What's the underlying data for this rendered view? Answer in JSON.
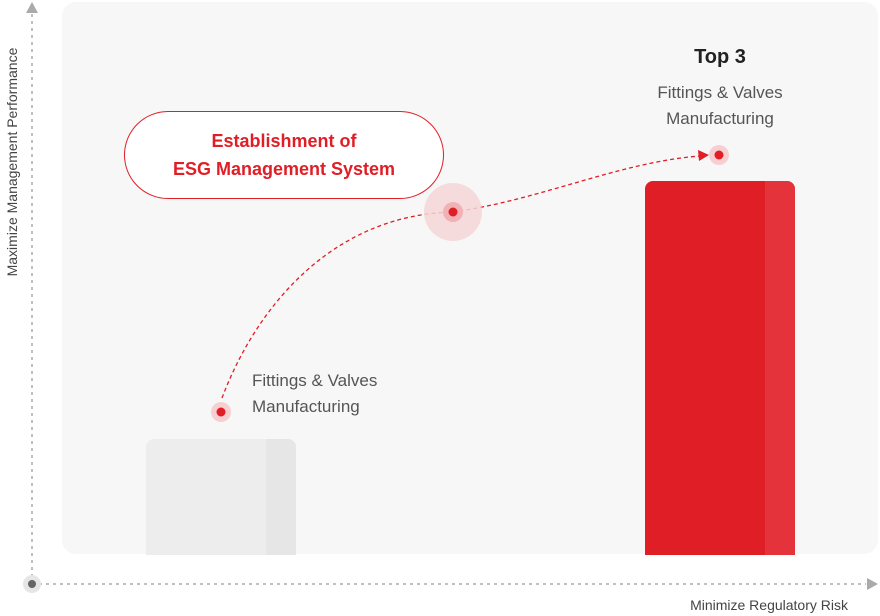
{
  "axes": {
    "y_label": "Maximize Management Performance",
    "x_label": "Minimize Regulatory Risk"
  },
  "before": {
    "label_line1": "Fittings & Valves",
    "label_line2": "Manufacturing"
  },
  "after": {
    "rank": "Top 3",
    "label_line1": "Fittings & Valves",
    "label_line2": "Manufacturing"
  },
  "callout": {
    "line1": "Establishment of",
    "line2": "ESG Management System"
  },
  "colors": {
    "accent": "#e01e26",
    "bar_neutral": "#ededed",
    "panel": "#f7f7f7",
    "axis": "#aaaaaa"
  },
  "icons": {
    "y_axis_arrow": "arrow-up-icon",
    "x_axis_arrow": "arrow-right-icon",
    "origin": "origin-dot-icon"
  }
}
